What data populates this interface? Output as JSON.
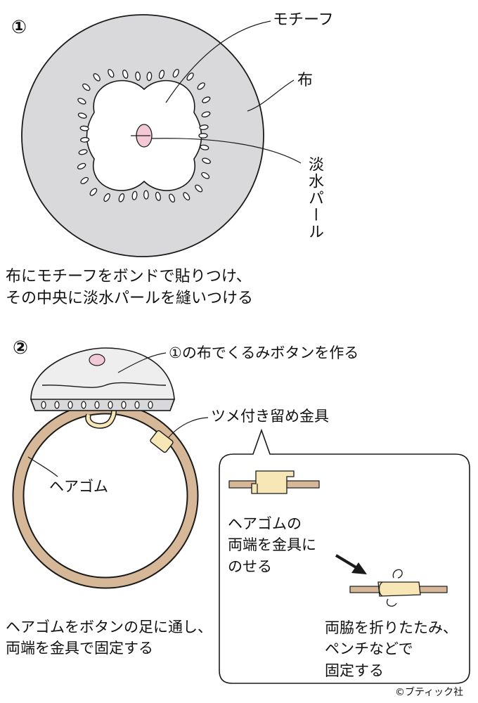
{
  "step1": {
    "number": "①",
    "labels": {
      "motif": "モチーフ",
      "cloth": "布",
      "pearl": "淡水パール"
    },
    "caption": [
      "布にモチーフをボンドで貼りつけ、",
      "その中央に淡水パールを縫いつける"
    ]
  },
  "step2": {
    "number": "②",
    "labels": {
      "covered_button": "①の布でくるみボタンを作る",
      "clasp": "ツメ付き留め金具",
      "hair_elastic": "ヘアゴム"
    },
    "caption": [
      "ヘアゴムをボタンの足に通し、",
      "両端を金具で固定する"
    ],
    "balloon": {
      "step_a": [
        "ヘアゴムの",
        "両端を金具に",
        "のせる"
      ],
      "step_b": [
        "両脇を折りたたみ、",
        "ペンチなどで",
        "固定する"
      ]
    }
  },
  "credit": "©ブティック社",
  "colors": {
    "cloth": "#d9d9db",
    "pearl": "#f4c9d6",
    "elastic": "#d6b898",
    "clasp": "#f7e6b6",
    "line": "#1a1a1a"
  }
}
